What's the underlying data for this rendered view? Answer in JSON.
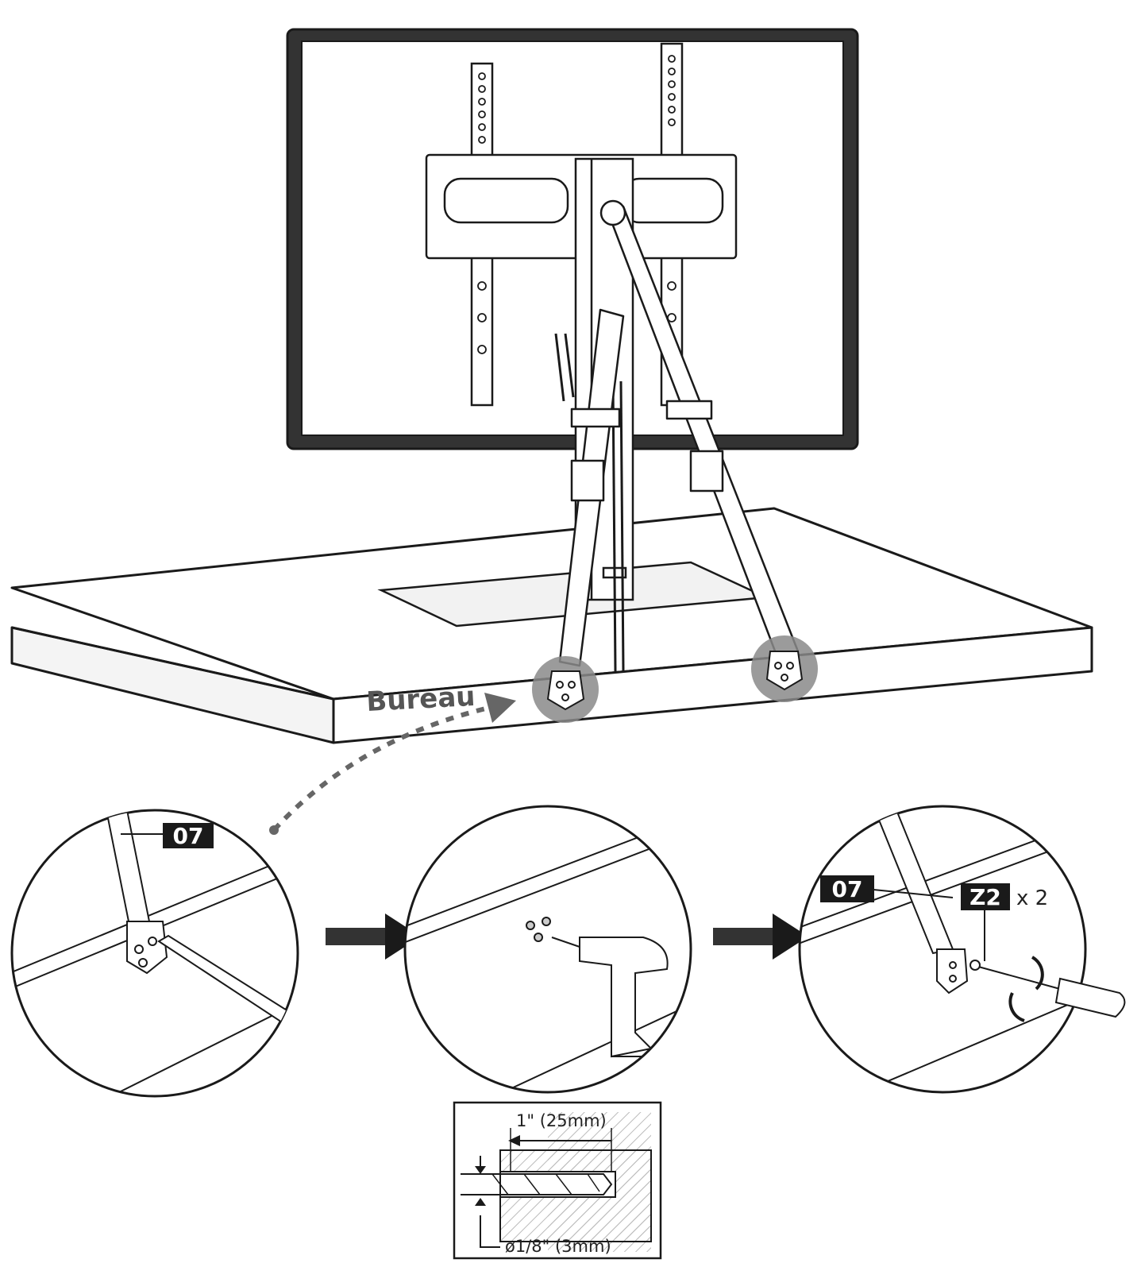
{
  "desk_label": "Bureau",
  "part_labels": {
    "strap_step1": "07",
    "strap_step3": "07",
    "screw": "Z2",
    "screw_qty": "x 2"
  },
  "drill_spec": {
    "depth": "1\" (25mm)",
    "diameter": "ø1/8\" (3mm)"
  },
  "colors": {
    "ink": "#1a1a1a",
    "highlight": "#8a8a8a",
    "tag_bg": "#1a1a1a"
  }
}
